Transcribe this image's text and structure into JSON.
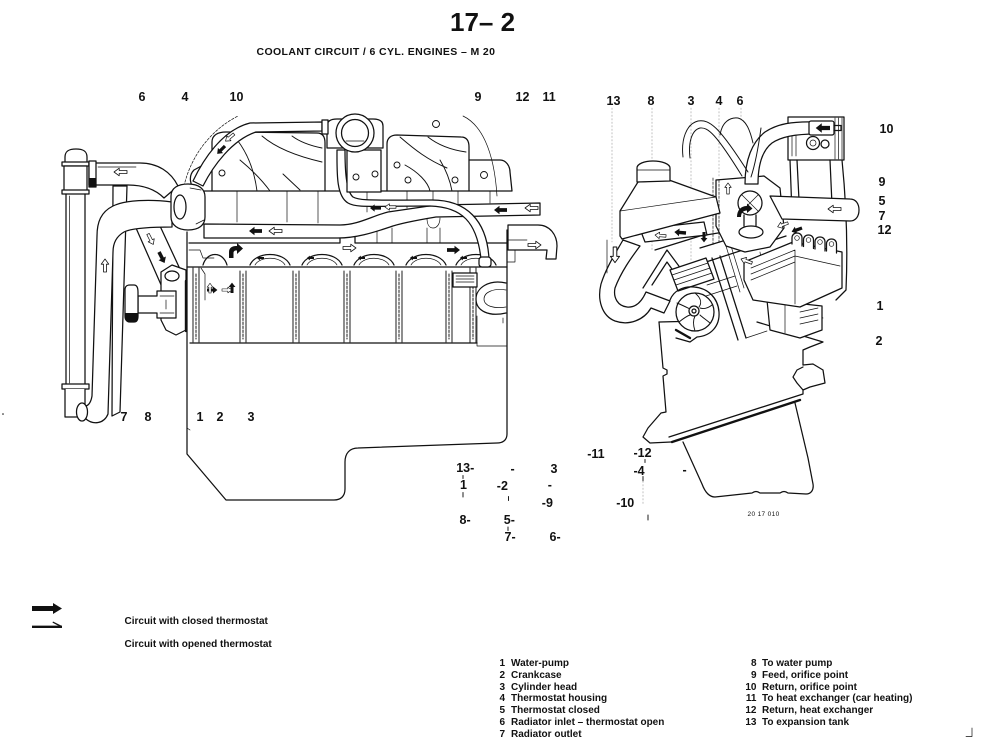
{
  "colors": {
    "ink": "#111111",
    "paper": "#ffffff"
  },
  "header": {
    "page_number": "17– 2",
    "title": "COOLANT CIRCUIT / 6 CYL. ENGINES – M 20"
  },
  "side_view": {
    "callouts_top": [
      "6",
      "4",
      "10",
      "9",
      "12",
      "11"
    ],
    "callouts_bottom": [
      "7",
      "8",
      "1",
      "2",
      "3"
    ]
  },
  "front_view": {
    "callouts_top": [
      "13",
      "8",
      "3",
      "4",
      "6"
    ],
    "callouts_right": [
      "10",
      "9",
      "5",
      "7",
      "12",
      "1",
      "2"
    ],
    "figure_code": "20 17 010"
  },
  "reference_marks": [
    "-11",
    "-12",
    "13-",
    "-",
    "3",
    "-4",
    "-",
    "1",
    "-2",
    "-",
    "-9",
    "-10",
    "8-",
    "5-",
    "7-",
    "6-"
  ],
  "legend": {
    "items": [
      {
        "icon": "thick-arrow-right",
        "label": "Circuit with closed thermostat"
      },
      {
        "icon": "thin-half-arrow-right",
        "label": "Circuit with opened thermostat"
      }
    ]
  },
  "parts_list": {
    "column_1": [
      {
        "number": "1",
        "name": "Water-pump"
      },
      {
        "number": "2",
        "name": "Crankcase"
      },
      {
        "number": "3",
        "name": "Cylinder head"
      },
      {
        "number": "4",
        "name": "Thermostat housing"
      },
      {
        "number": "5",
        "name": "Thermostat closed"
      },
      {
        "number": "6",
        "name": "Radiator inlet – thermostat open"
      },
      {
        "number": "7",
        "name": "Radiator outlet"
      }
    ],
    "column_2": [
      {
        "number": "8",
        "name": "To water pump"
      },
      {
        "number": "9",
        "name": "Feed, orifice point"
      },
      {
        "number": "10",
        "name": "Return, orifice point"
      },
      {
        "number": "11",
        "name": "To heat exchanger (car heating)"
      },
      {
        "number": "12",
        "name": "Return, heat exchanger"
      },
      {
        "number": "13",
        "name": "To expansion tank"
      }
    ]
  }
}
